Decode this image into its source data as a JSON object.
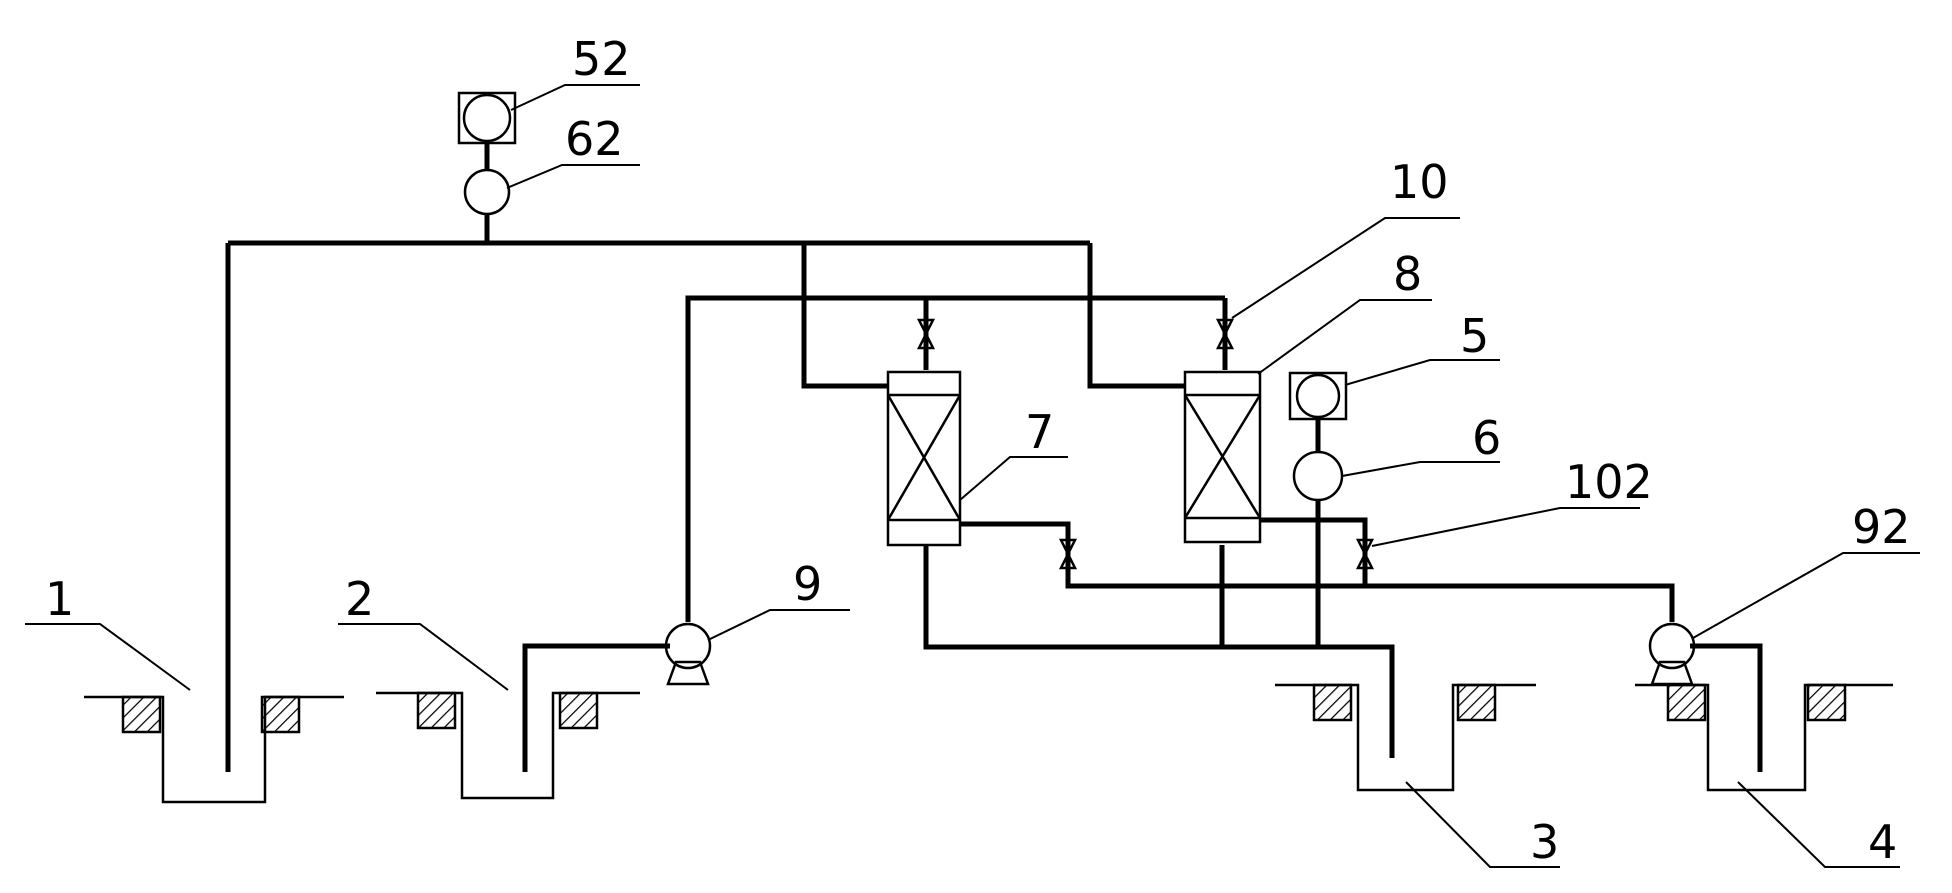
{
  "labels": {
    "l1": "1",
    "l2": "2",
    "l3": "3",
    "l4": "4",
    "l5": "5",
    "l6": "6",
    "l7": "7",
    "l8": "8",
    "l9": "9",
    "l10": "10",
    "l52": "52",
    "l62": "62",
    "l92": "92",
    "l102": "102"
  }
}
